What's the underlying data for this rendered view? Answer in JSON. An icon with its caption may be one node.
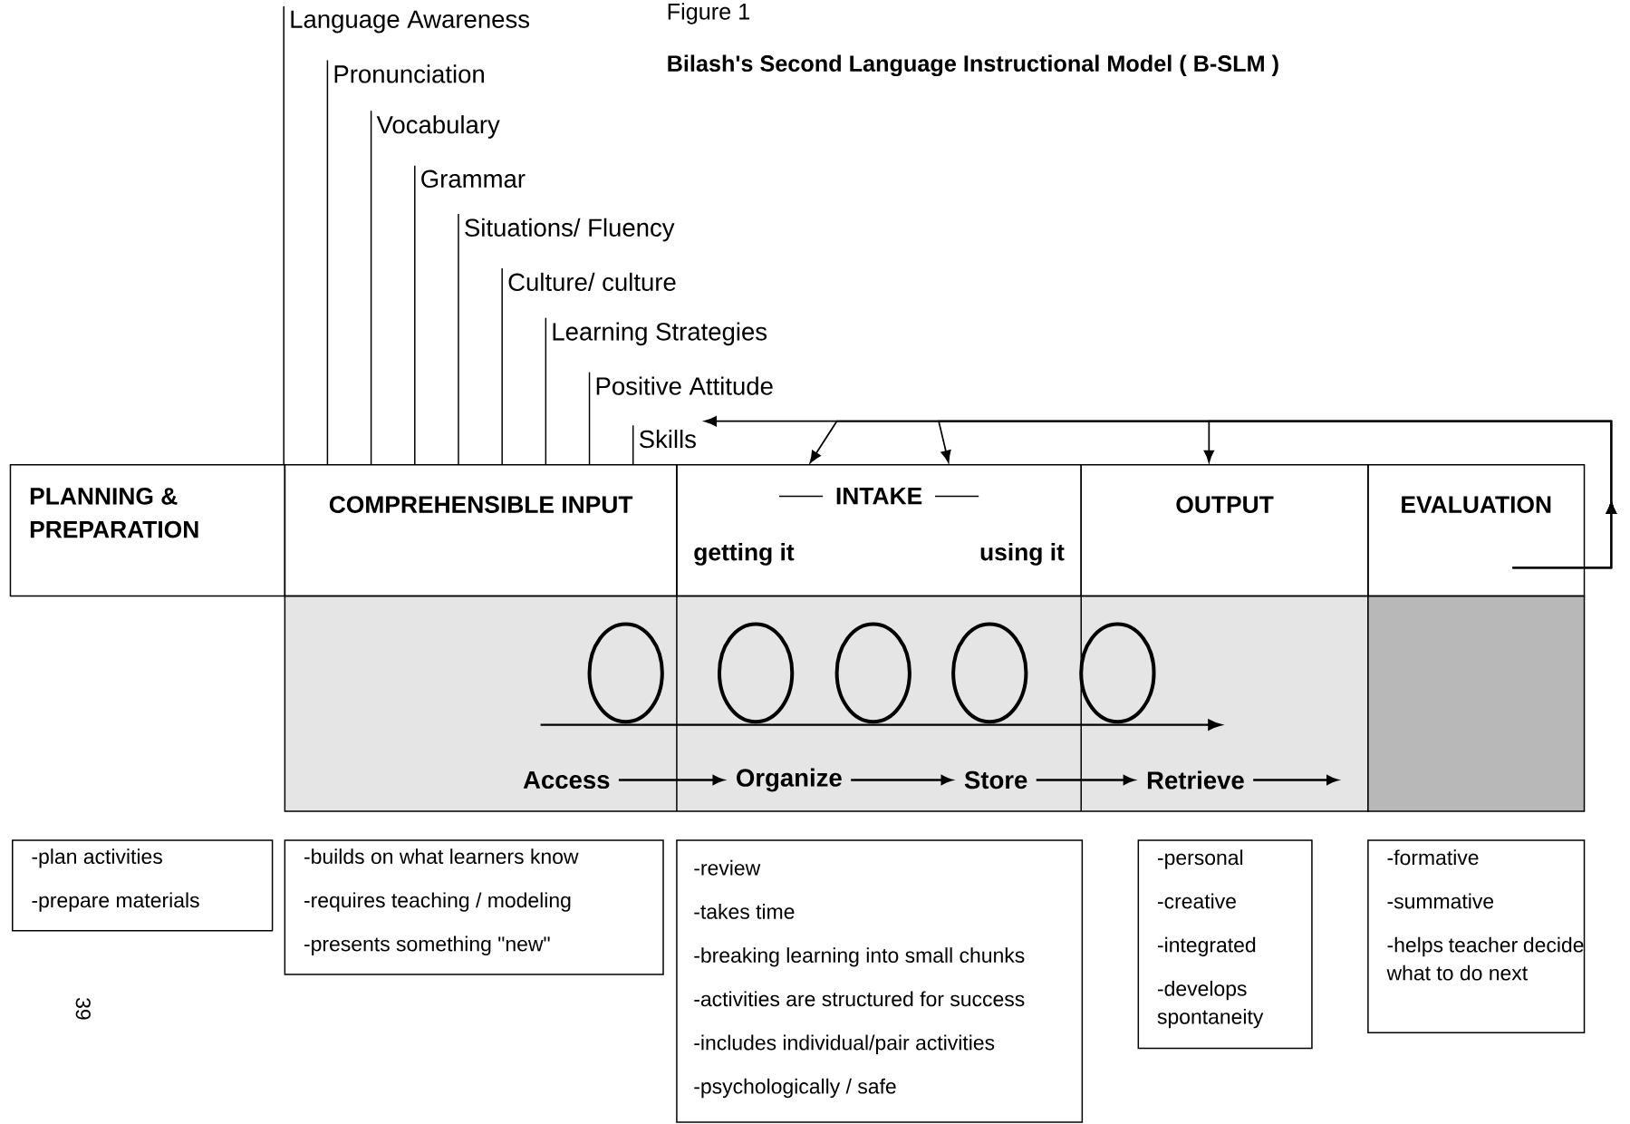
{
  "diagram": {
    "title": "Bilash's Second Language Instructional Model ( B-SLM )",
    "nodes": [
      {
        "text": [
          "Language Awareness"
        ]
      },
      {
        "text": [
          "Pronunciation"
        ]
      },
      {
        "text": [
          "Vocabulary"
        ]
      },
      {
        "text": [
          "Grammar"
        ]
      },
      {
        "text": [
          "Situations/ Fluency"
        ]
      },
      {
        "text": [
          "Culture/ culture"
        ]
      },
      {
        "text": [
          "Learning Strategies"
        ]
      },
      {
        "text": [
          "Positive Attitude"
        ]
      },
      {
        "text": [
          "Skills"
        ]
      },
      {
        "text": [
          "PLANNING & PREPARATION"
        ]
      },
      {
        "text": [
          "COMPREHENSIBLE INPUT"
        ]
      },
      {
        "text": [
          "INTAKE",
          "getting it",
          "using it"
        ]
      },
      {
        "text": [
          "OUTPUT"
        ]
      },
      {
        "text": [
          "EVALUATION"
        ]
      },
      {
        "text": [
          "Access"
        ]
      },
      {
        "text": [
          "Organize"
        ]
      },
      {
        "text": [
          "Store"
        ]
      },
      {
        "text": [
          "Retrieve"
        ]
      },
      {
        "text": [
          "-plan activities",
          "-prepare materials"
        ]
      },
      {
        "text": [
          "-builds on what learners know",
          "-requires teaching / modeling",
          "-presents something \"new\""
        ]
      },
      {
        "text": [
          "-review",
          "-takes time",
          "-breaking learning into small chunks",
          "-activities are structured for success",
          "-includes individual/pair activities",
          "-psychologically / safe"
        ]
      },
      {
        "text": [
          "-personal",
          "-creative",
          "-integrated",
          "-develops spontaneity"
        ]
      },
      {
        "text": [
          "-formative",
          "-summative",
          "-helps teacher decide what to do next"
        ]
      }
    ],
    "edges": [
      {
        "from": 0,
        "to": 10,
        "arrow": "none"
      },
      {
        "from": 1,
        "to": 10,
        "arrow": "none"
      },
      {
        "from": 2,
        "to": 10,
        "arrow": "none"
      },
      {
        "from": 3,
        "to": 10,
        "arrow": "none"
      },
      {
        "from": 4,
        "to": 10,
        "arrow": "none"
      },
      {
        "from": 5,
        "to": 10,
        "arrow": "none"
      },
      {
        "from": 6,
        "to": 10,
        "arrow": "none"
      },
      {
        "from": 7,
        "to": 10,
        "arrow": "none"
      },
      {
        "from": 8,
        "to": 10,
        "arrow": "none"
      },
      {
        "from": 14,
        "to": 15,
        "arrow": "to"
      },
      {
        "from": 15,
        "to": 16,
        "arrow": "to"
      },
      {
        "from": 16,
        "to": 17,
        "arrow": "to"
      },
      {
        "from": 17,
        "to": null,
        "arrow": "to"
      },
      {
        "from": 13,
        "to": 8,
        "arrow": "to"
      },
      {
        "from": 13,
        "to": 11,
        "arrow": "to"
      },
      {
        "from": 13,
        "to": 11,
        "arrow": "to"
      },
      {
        "from": 13,
        "to": 12,
        "arrow": "to"
      }
    ],
    "labels": [
      "Figure 1",
      "39"
    ]
  }
}
